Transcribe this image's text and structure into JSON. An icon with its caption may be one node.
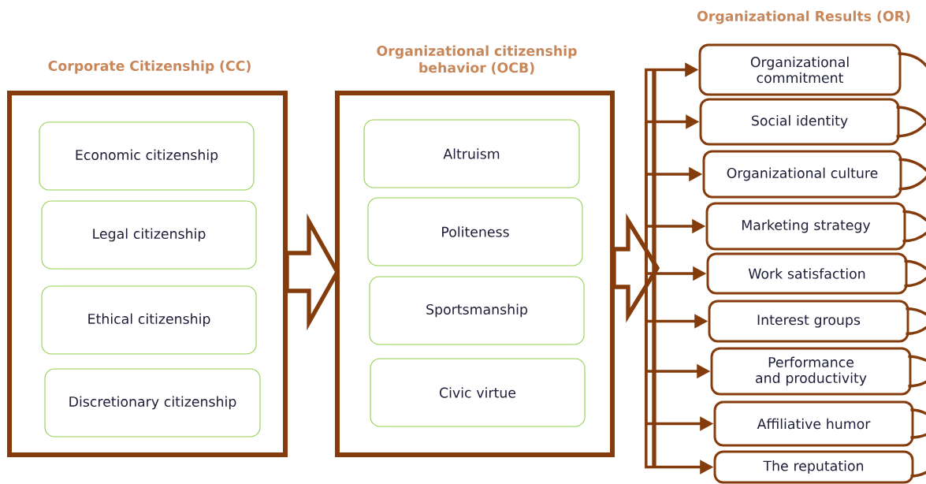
{
  "diagram": {
    "nodes": [
      {
        "text": [
          "Corporate Citizenship (CC)"
        ]
      },
      {
        "text": [
          "Economic citizenship"
        ],
        "in": 0
      },
      {
        "text": [
          "Legal citizenship"
        ],
        "in": 0
      },
      {
        "text": [
          "Ethical citizenship"
        ],
        "in": 0
      },
      {
        "text": [
          "Discretionary citizenship"
        ],
        "in": 0
      },
      {
        "text": [
          "Organizational citizenship behavior (OCB)"
        ]
      },
      {
        "text": [
          "Altruism"
        ],
        "in": 5
      },
      {
        "text": [
          "Politeness"
        ],
        "in": 5
      },
      {
        "text": [
          "Sportsmanship"
        ],
        "in": 5
      },
      {
        "text": [
          "Civic virtue"
        ],
        "in": 5
      },
      {
        "text": [
          "Organizational commitment"
        ]
      },
      {
        "text": [
          "Social identity"
        ]
      },
      {
        "text": [
          "Organizational culture"
        ]
      },
      {
        "text": [
          "Marketing strategy"
        ]
      },
      {
        "text": [
          "Work satisfaction"
        ]
      },
      {
        "text": [
          "Interest groups"
        ]
      },
      {
        "text": [
          "Performance and productivity"
        ]
      },
      {
        "text": [
          "Affiliative humor"
        ]
      },
      {
        "text": [
          "The reputation"
        ]
      }
    ],
    "edges": [
      {
        "from": 0,
        "to": 5,
        "arrow": "to",
        "style": "thick"
      },
      {
        "from": 5,
        "to": 10,
        "arrow": "to"
      },
      {
        "from": 5,
        "to": 11,
        "arrow": "to"
      },
      {
        "from": 5,
        "to": 12,
        "arrow": "to"
      },
      {
        "from": 5,
        "to": 13,
        "arrow": "to"
      },
      {
        "from": 5,
        "to": 14,
        "arrow": "to"
      },
      {
        "from": 5,
        "to": 15,
        "arrow": "to"
      },
      {
        "from": 5,
        "to": 16,
        "arrow": "to"
      },
      {
        "from": 5,
        "to": 17,
        "arrow": "to"
      },
      {
        "from": 5,
        "to": 18,
        "arrow": "to"
      },
      {
        "from": 10,
        "to": 11,
        "arrow": "none"
      },
      {
        "from": 11,
        "to": 12,
        "arrow": "none"
      },
      {
        "from": 12,
        "to": 13,
        "arrow": "none"
      },
      {
        "from": 13,
        "to": 14,
        "arrow": "none"
      },
      {
        "from": 14,
        "to": 15,
        "arrow": "none"
      },
      {
        "from": 15,
        "to": 16,
        "arrow": "none"
      },
      {
        "from": 16,
        "to": 17,
        "arrow": "none"
      },
      {
        "from": 17,
        "to": 18,
        "arrow": "none"
      }
    ],
    "labels": [
      "Organizational Results (OR)"
    ]
  }
}
